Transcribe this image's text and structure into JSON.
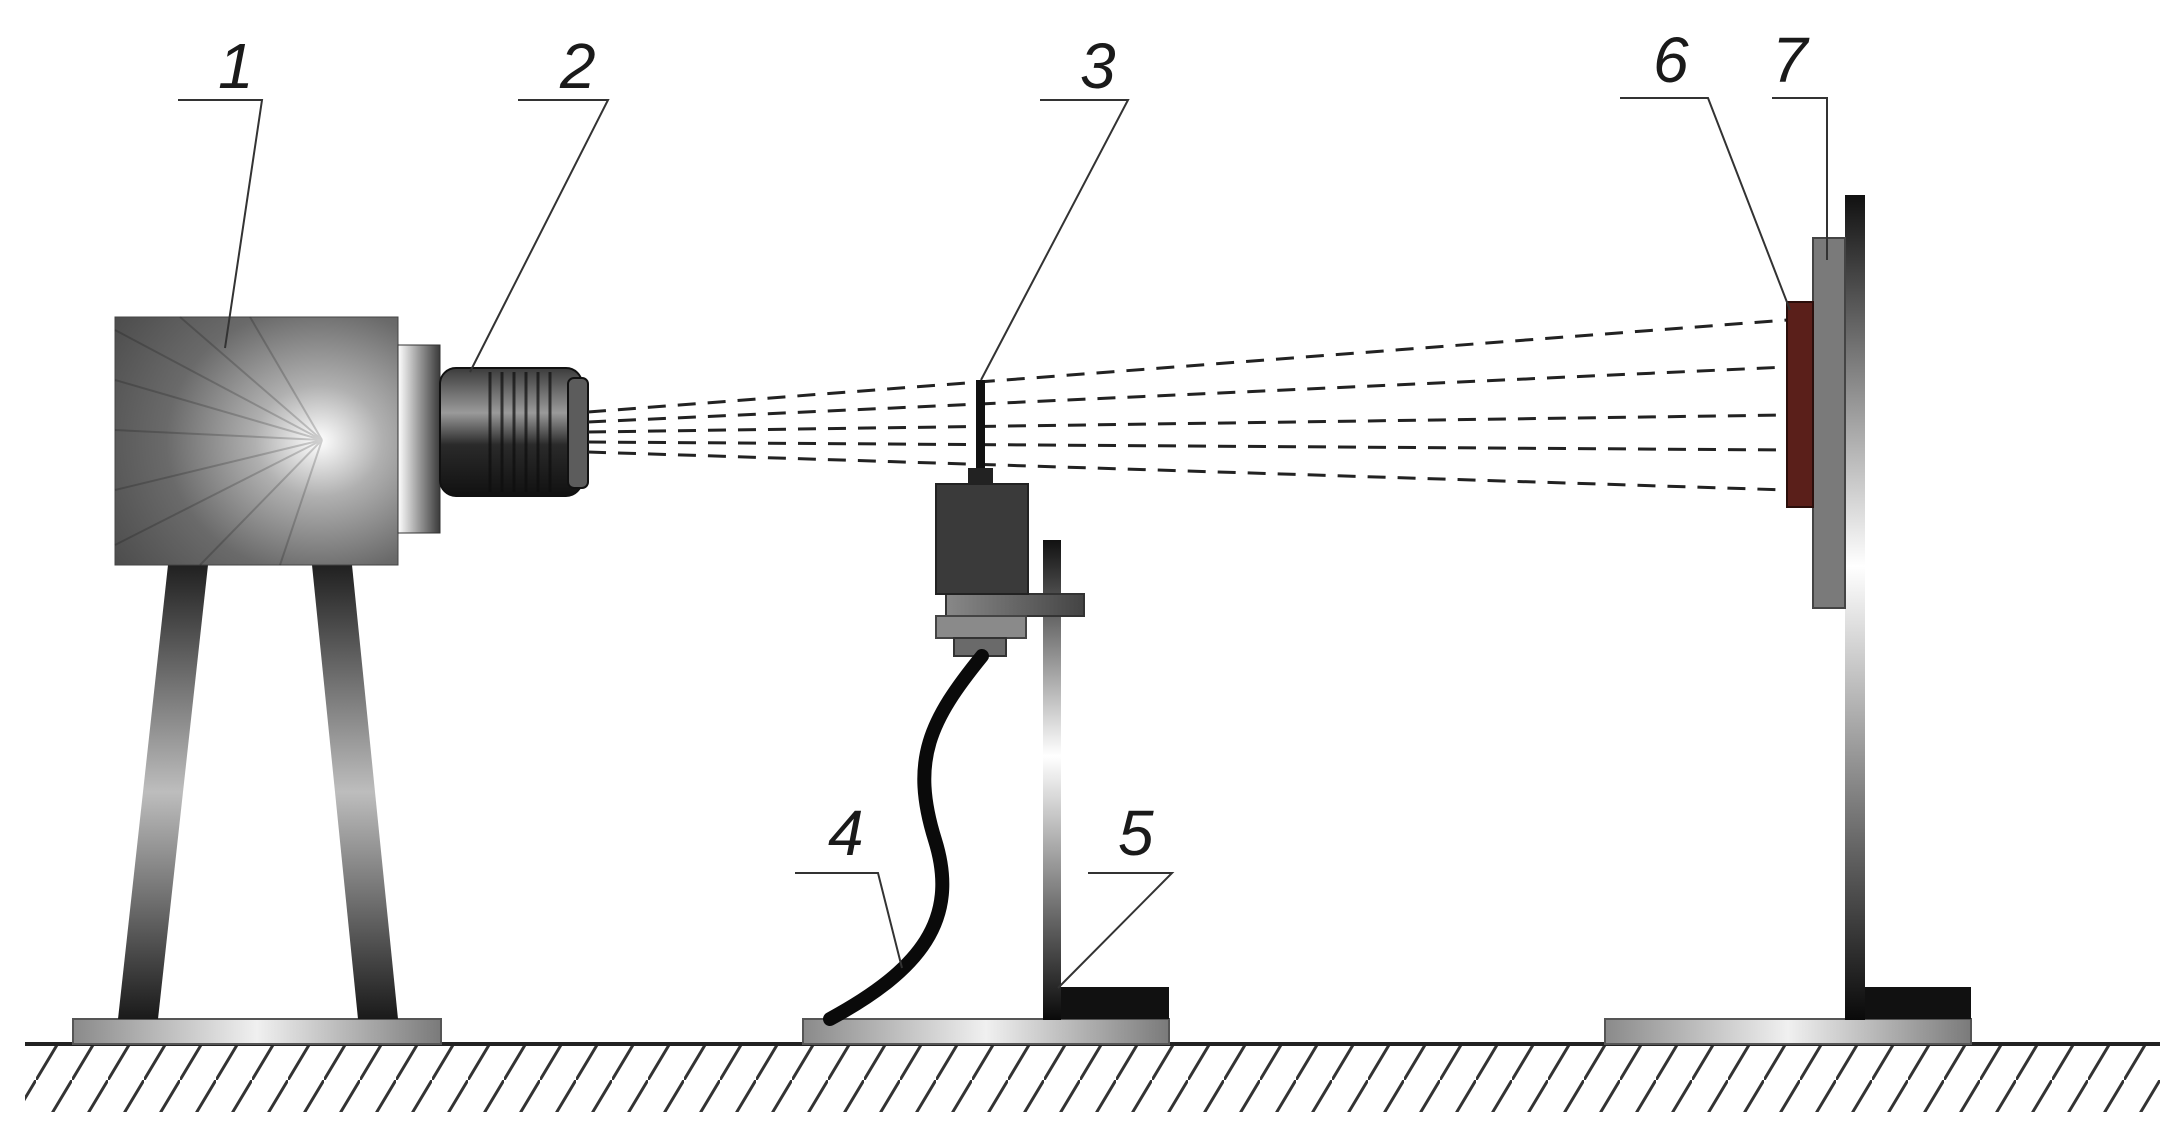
{
  "diagram": {
    "callouts": [
      {
        "id": "1",
        "label": "1"
      },
      {
        "id": "2",
        "label": "2"
      },
      {
        "id": "3",
        "label": "3"
      },
      {
        "id": "4",
        "label": "4"
      },
      {
        "id": "5",
        "label": "5"
      },
      {
        "id": "6",
        "label": "6"
      },
      {
        "id": "7",
        "label": "7"
      }
    ],
    "colors": {
      "line": "#222222",
      "sample": "#5a1f1a",
      "cable": "#0a0a0a",
      "ground_hatch": "#333333"
    },
    "icons": [
      "camera-body",
      "lens",
      "sensor-probe",
      "cable",
      "stand",
      "sample",
      "holder-plate"
    ]
  }
}
